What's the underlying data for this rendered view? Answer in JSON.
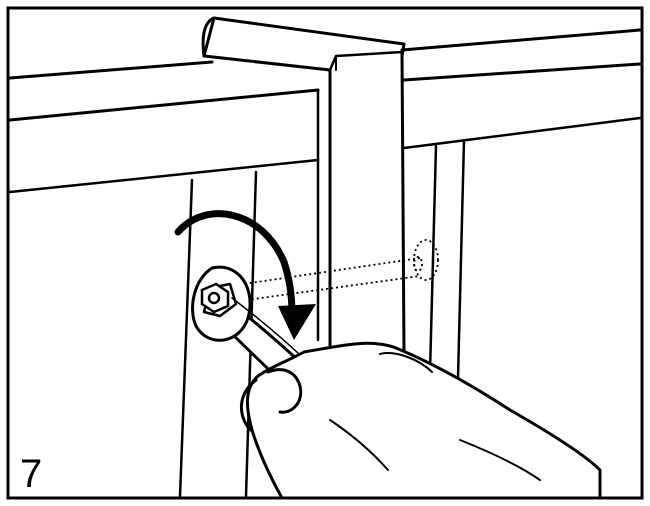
{
  "illustration": {
    "step_number": "7",
    "ink_color": "#000000",
    "paper_color": "#ffffff",
    "parts": [
      "crib-rail",
      "corner-post",
      "slat",
      "bolt",
      "nut",
      "open-end-wrench",
      "hand",
      "rotation-arrow"
    ]
  }
}
